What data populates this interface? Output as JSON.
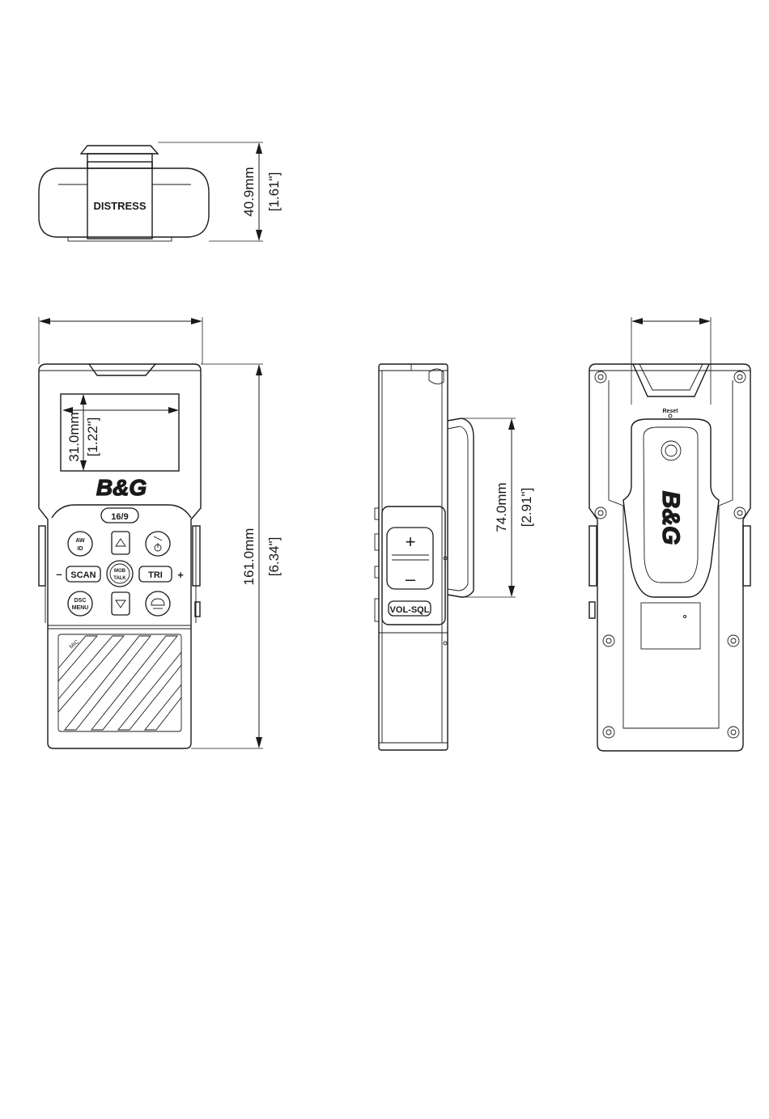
{
  "dimensions": {
    "height_top": {
      "mm": "40.9mm",
      "in": "[1.61\"]"
    },
    "screen": {
      "mm": "31.0mm",
      "in": "[1.22\"]"
    },
    "overall_height": {
      "mm": "161.0mm",
      "in": "[6.34\"]"
    },
    "clip_height": {
      "mm": "74.0mm",
      "in": "[2.91\"]"
    }
  },
  "labels": {
    "distress": "DISTRESS",
    "brand": "B&G",
    "channel_key": "16/9",
    "aw_key_top": "AW",
    "aw_key_bottom": "ID",
    "scan_key": "SCAN",
    "tri_key": "TRI",
    "center_key_top": "MOB",
    "center_key_bottom": "TALK",
    "dsc_key_top": "DSC",
    "dsc_key_bottom": "MENU",
    "minus_sign": "–",
    "plus_sign": "+",
    "vol_sql": "VOL-SQL",
    "mic": "MIC",
    "reset": "Reset",
    "side_plus": "+",
    "side_minus": "–",
    "back_brand": "B&G"
  },
  "icons": [
    "up-arrow-icon",
    "down-arrow-icon",
    "power-icon",
    "weather-icon",
    "screw-icon"
  ]
}
